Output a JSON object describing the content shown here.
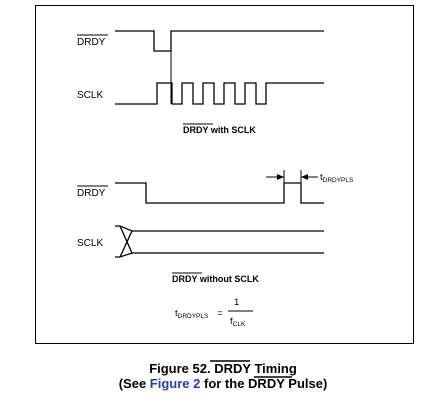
{
  "top": {
    "drdy_label": "DRDY",
    "sclk_label": "SCLK",
    "subtitle_prefix": "DRDY",
    "subtitle_suffix": " with SCLK"
  },
  "bottom": {
    "drdy_label": "DRDY",
    "sclk_label": "SCLK",
    "subtitle_prefix": "DRDY",
    "subtitle_suffix": " without SCLK",
    "pulse_label_main": "t",
    "pulse_label_sub": "DRDYPLS"
  },
  "formula": {
    "lhs_main": "t",
    "lhs_sub": "DRDYPLS",
    "equals": "=",
    "numerator": "1",
    "den_main": "f",
    "den_sub": "CLK"
  },
  "caption": {
    "line1_prefix": "Figure 52. ",
    "line1_overline": "DRDY",
    "line1_suffix": " Timing",
    "line2_open": "(See ",
    "line2_link": "Figure 2",
    "line2_mid": " for the ",
    "line2_overline": "DRDY",
    "line2_close": " Pulse)"
  }
}
